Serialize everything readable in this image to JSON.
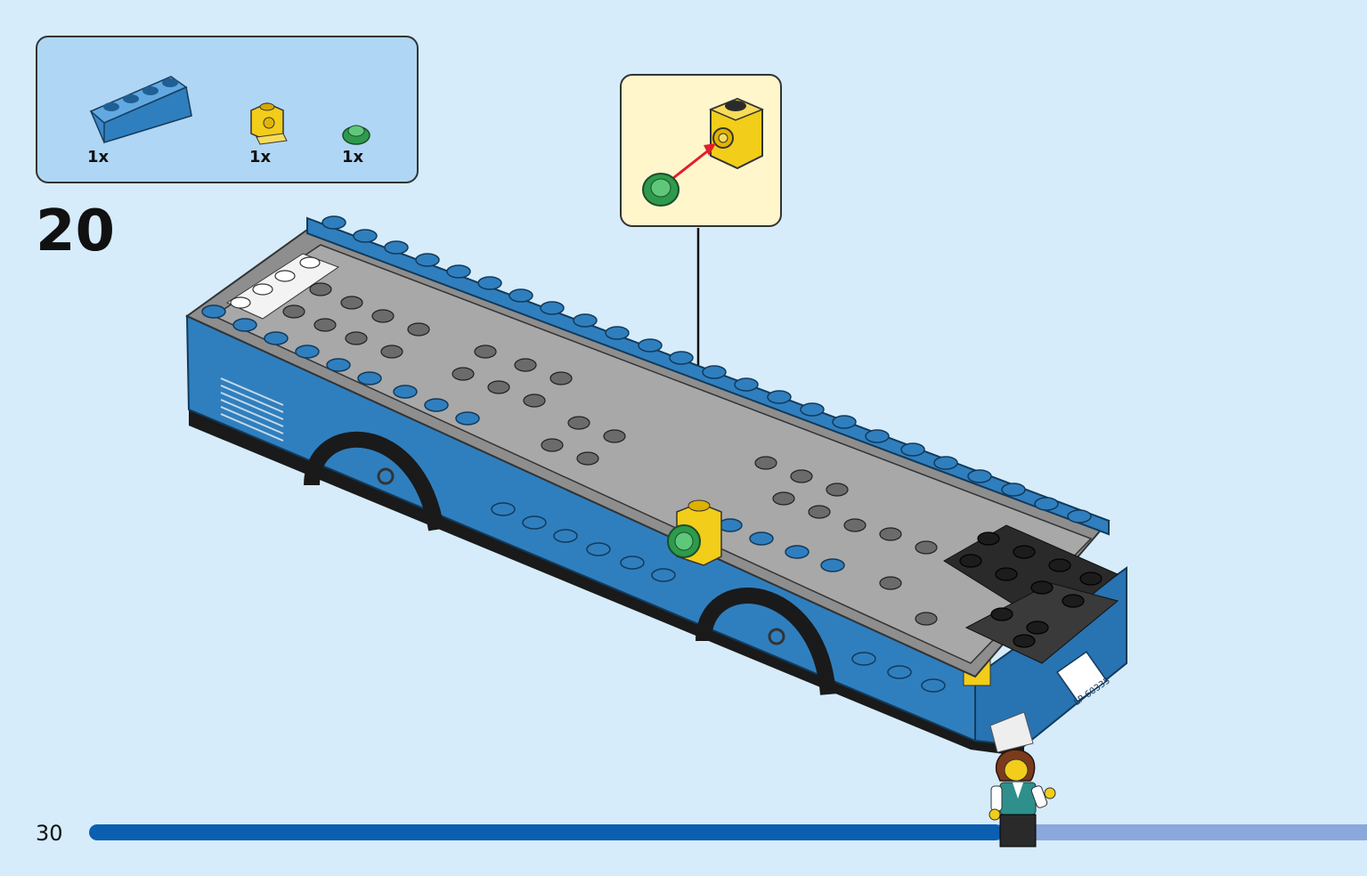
{
  "parts": [
    {
      "icon": "blue-brick-1x4-icon",
      "qty": "1x"
    },
    {
      "icon": "yellow-bracket-brick-icon",
      "qty": "1x"
    },
    {
      "icon": "green-round-plate-icon",
      "qty": "1x"
    }
  ],
  "step": {
    "number": "20"
  },
  "page": {
    "number": "30",
    "progress_fraction": 0.715
  },
  "bus": {
    "plate_text": "LP 60335"
  },
  "colors": {
    "background": "#d6ecfb",
    "parts_box": "#afd6f4",
    "callout": "#fff6cc",
    "bus_blue": "#2f7fbf",
    "progress_fill": "#0a5fb0",
    "progress_track": "#8aa8dc"
  }
}
